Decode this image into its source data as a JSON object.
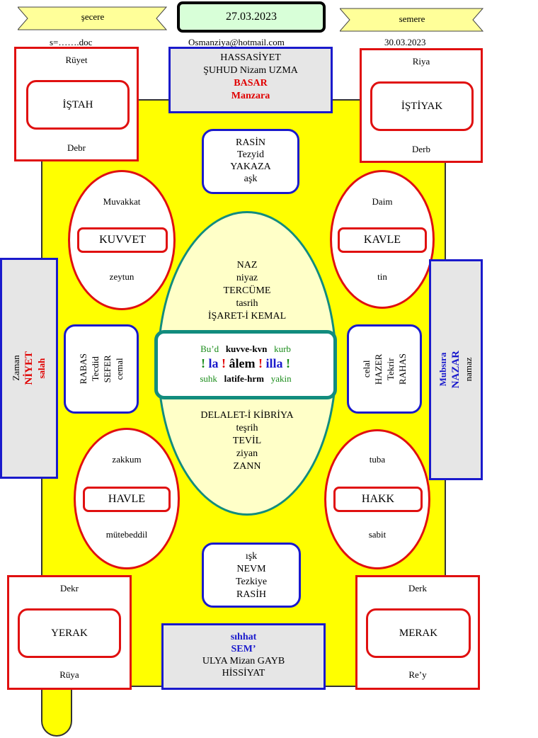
{
  "header": {
    "left_banner": "şecere",
    "date": "27.03.2023",
    "right_banner": "semere",
    "file": "s=…….doc",
    "email": "Osmanziya@hotmail.com",
    "date2": "30.03.2023"
  },
  "top_center": {
    "l1": "HASSASİYET",
    "l2": "ŞUHUD Nizam UZMA",
    "l3": "BASAR",
    "l4": "Manzara"
  },
  "bottom_center": {
    "l1": "sıhhat",
    "l2": "SEM’",
    "l3": "ULYA Mizan GAYB",
    "l4": "HİSSİYAT"
  },
  "corners": {
    "tl": {
      "top": "Rüyet",
      "mid": "İŞTAH",
      "bottom": "Debr"
    },
    "tr": {
      "top": "Riya",
      "mid": "İŞTİYAK",
      "bottom": "Derb"
    },
    "bl": {
      "top": "Dekr",
      "mid": "YERAK",
      "bottom": "Rüya"
    },
    "br": {
      "top": "Derk",
      "mid": "MERAK",
      "bottom": "Re’y"
    }
  },
  "rasin_top": {
    "l1": "RASİN",
    "l2": "Tezyid",
    "l3": "YAKAZA",
    "l4": "aşk"
  },
  "rasin_bottom": {
    "l1": "ışk",
    "l2": "NEVM",
    "l3": "Tezkiye",
    "l4": "RASİH"
  },
  "ellipses": {
    "tl": {
      "top": "Muvakkat",
      "mid": "KUVVET",
      "bottom": "zeytun"
    },
    "tr": {
      "top": "Daim",
      "mid": "KAVLE",
      "bottom": "tin"
    },
    "bl": {
      "top": "zakkum",
      "mid": "HAVLE",
      "bottom": "mütebeddil"
    },
    "br": {
      "top": "tuba",
      "mid": "HAKK",
      "bottom": "sabit"
    }
  },
  "side_left": {
    "l1": "Zaman",
    "l2": "NİYET",
    "l3": "salah"
  },
  "side_right": {
    "l1": "Mubsıra",
    "l2": "NAZAR",
    "l3": "namaz"
  },
  "mid_left": {
    "l1": "RABAS",
    "l2": "Tecdid",
    "l3": "SEFER",
    "l4": "cemal"
  },
  "mid_right": {
    "l1": "celal",
    "l2": "HAZER",
    "l3": "Tekrir",
    "l4": "RAHAS"
  },
  "center_top": {
    "l1": "NAZ",
    "l2": "niyaz",
    "l3": "TERCÜME",
    "l4": "tasrih",
    "l5": "İŞARET-İ KEMAL"
  },
  "center_bottom": {
    "l1": "DELALET-İ KİBRİYA",
    "l2": "teşrih",
    "l3": "TEVİL",
    "l4": "ziyan",
    "l5": "ZANN"
  },
  "core": {
    "r1a": "Bu’d",
    "r1b": "kuvve-kvn",
    "r1c": "kurb",
    "r2a": "!",
    "r2b": "la",
    "r2c": "!",
    "r2d": "âlem",
    "r2e": "!",
    "r2f": "illa",
    "r2g": "!",
    "r3a": "suhk",
    "r3b": "latife-hrm",
    "r3c": "yakin"
  }
}
